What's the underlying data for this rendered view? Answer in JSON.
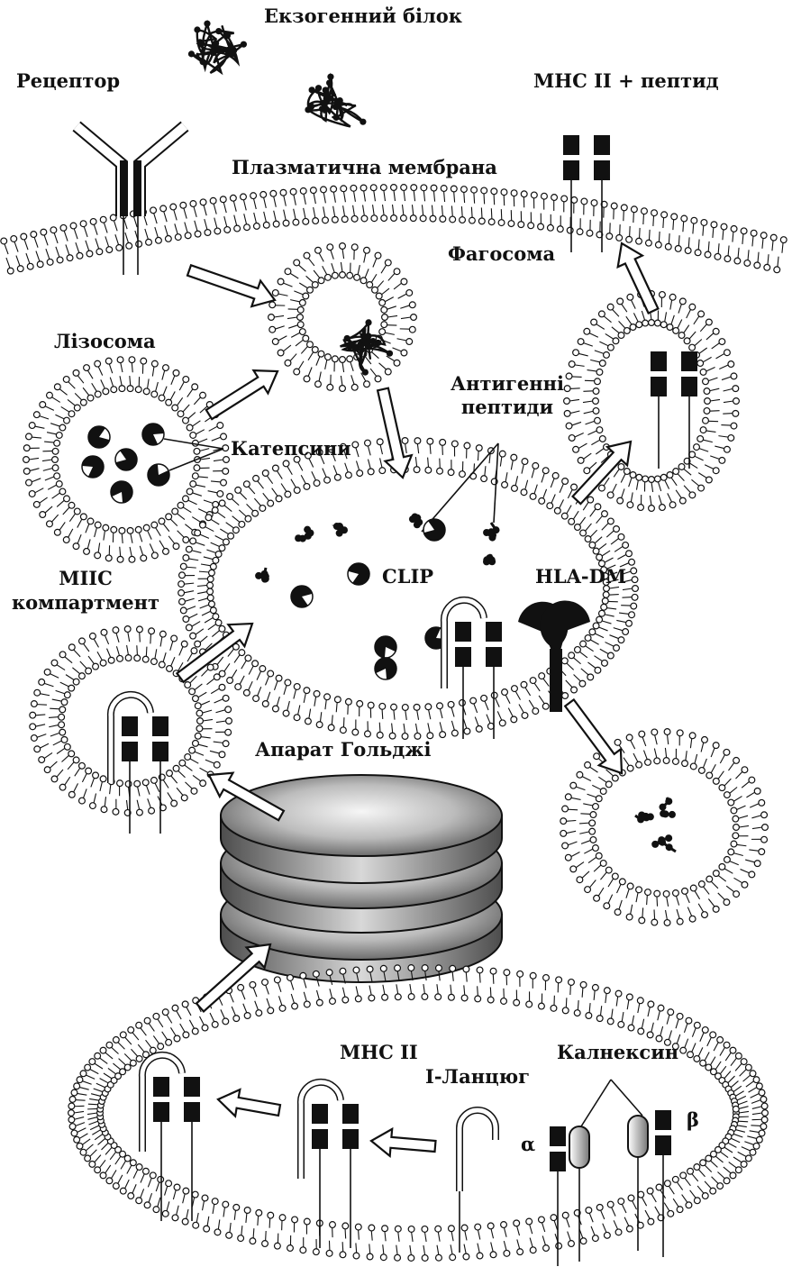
{
  "labels": {
    "exogenous_protein": "Екзогенний білок",
    "receptor": "Рецептор",
    "mhc2_peptide": "MHC II + пептид",
    "plasma_membrane": "Плазматична мембрана",
    "phagosome": "Фагосома",
    "lysosome": "Лізосома",
    "antigenic_peptides_line1": "Антигенні",
    "antigenic_peptides_line2": "пептиди",
    "cathepsins": "Катепсини",
    "miic_line1": "MIIC",
    "miic_line2": "компартмент",
    "clip": "CLIP",
    "hla_dm": "HLA-DM",
    "golgi": "Апарат Гольджі",
    "mhc2": "MHC II",
    "invariant_chain": "I-Ланцюг",
    "calnexin": "Калнексин",
    "alpha": "α",
    "beta": "β"
  },
  "colors": {
    "ink": "#111111",
    "membrane_head": "#ffffff",
    "golgi_dark": "#5a5a5a",
    "golgi_light": "#f4f4f4"
  }
}
